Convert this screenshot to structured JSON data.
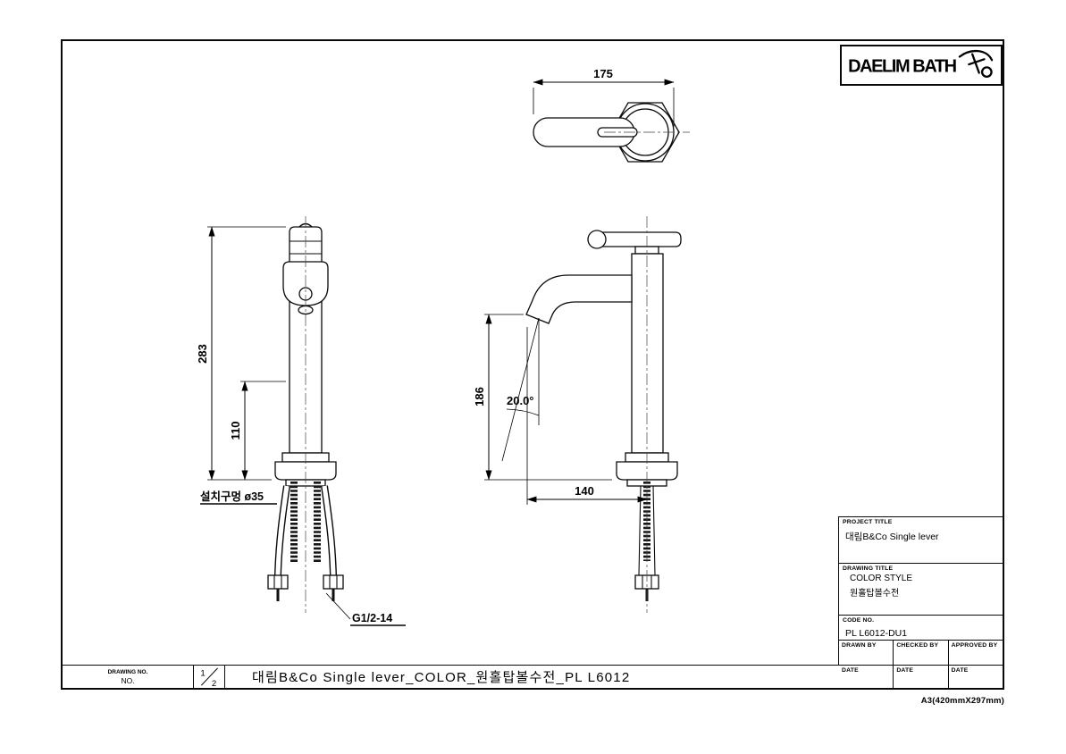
{
  "logo": {
    "brand": "DAELIM BATH"
  },
  "views": {
    "top": {
      "dim_width": "175"
    },
    "front": {
      "dim_total_height": "283",
      "dim_lower_height": "110",
      "install_hole_note": "설치구멍 ø35",
      "thread_note": "G1/2-14"
    },
    "side": {
      "dim_spout_height": "186",
      "dim_spout_angle": "20.0°",
      "dim_spout_reach": "140"
    }
  },
  "title_block": {
    "project_title_label": "PROJECT TITLE",
    "project_title": "대림B&Co Single lever",
    "drawing_title_label": "DRAWING TITLE",
    "drawing_title_line1": "COLOR STYLE",
    "drawing_title_line2": "원홀탑볼수전",
    "code_no_label": "CODE NO.",
    "code_no": "PL L6012-DU1",
    "drawn_by_label": "DRAWN BY",
    "checked_by_label": "CHECKED BY",
    "approved_by_label": "APPROVED BY",
    "date_label": "DATE"
  },
  "footer": {
    "drawing_no_label": "DRAWING NO.",
    "no_label": "NO.",
    "sheet": {
      "current": "1",
      "total": "2"
    },
    "title": "대림B&Co Single lever_COLOR_원홀탑볼수전_PL L6012"
  },
  "page": {
    "paper_note": "A3(420mmX297mm)"
  }
}
